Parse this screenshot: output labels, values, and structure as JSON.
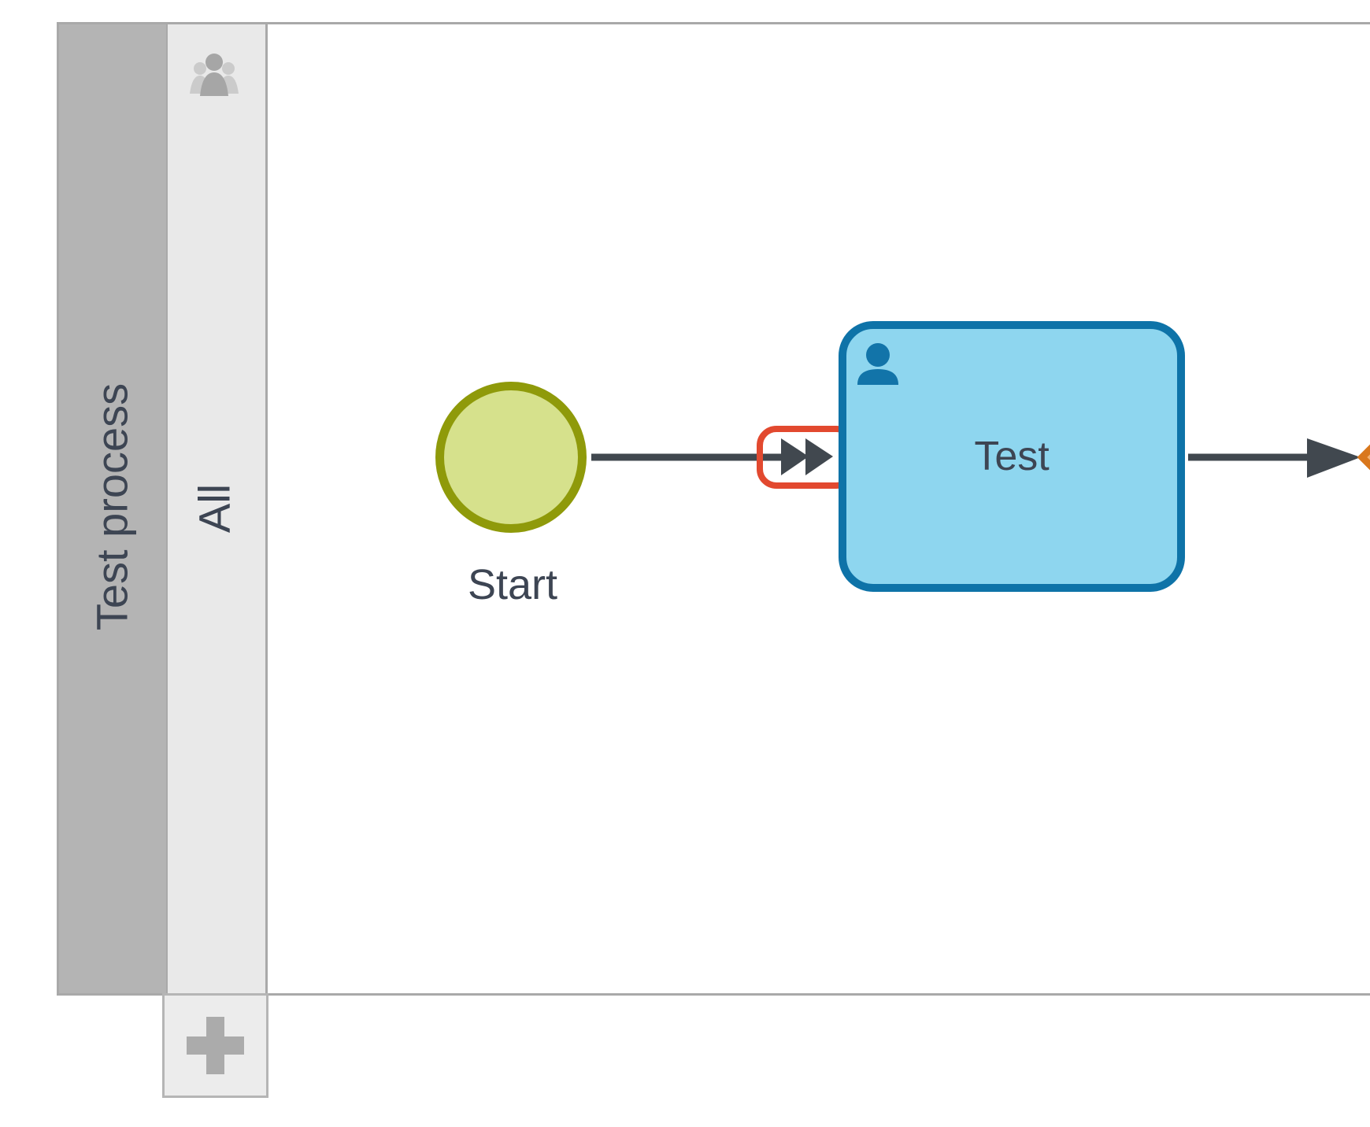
{
  "pool": {
    "title": "Test process",
    "lanes": [
      {
        "label": "All",
        "icon": "group-icon"
      }
    ],
    "add_lane_button": {
      "icon": "plus-icon"
    }
  },
  "shapes": {
    "start_event": {
      "label": "Start",
      "type": "start-event"
    },
    "user_task": {
      "label": "Test",
      "type": "user-task",
      "icon": "user-icon"
    },
    "sequence_flow_1": {
      "from": "Start",
      "to": "Test",
      "marker": "double-arrowhead",
      "highlighted": true
    },
    "sequence_flow_2": {
      "from": "Test",
      "to": "gateway"
    },
    "gateway": {
      "type": "gateway",
      "partially_visible": true
    }
  },
  "colors": {
    "lane-dark": "#b4b4b4",
    "lane-light": "#e9e9e9",
    "lane-border": "#a9a9a9",
    "label-color": "#3d4553",
    "start-fill": "#d6e18c",
    "start-stroke": "#8f9a0a",
    "flow-color": "#41484f",
    "highlight": "#e2492f",
    "task-fill": "#8ed6ef",
    "task-stroke": "#0e73a8",
    "task-icon": "#1274a9",
    "gateway-stroke": "#d9771c",
    "gateway-fill": "#f3b272",
    "plus-icon": "#ababab",
    "group-front": "#a6a6a6",
    "group-back": "#cbcbcb"
  }
}
